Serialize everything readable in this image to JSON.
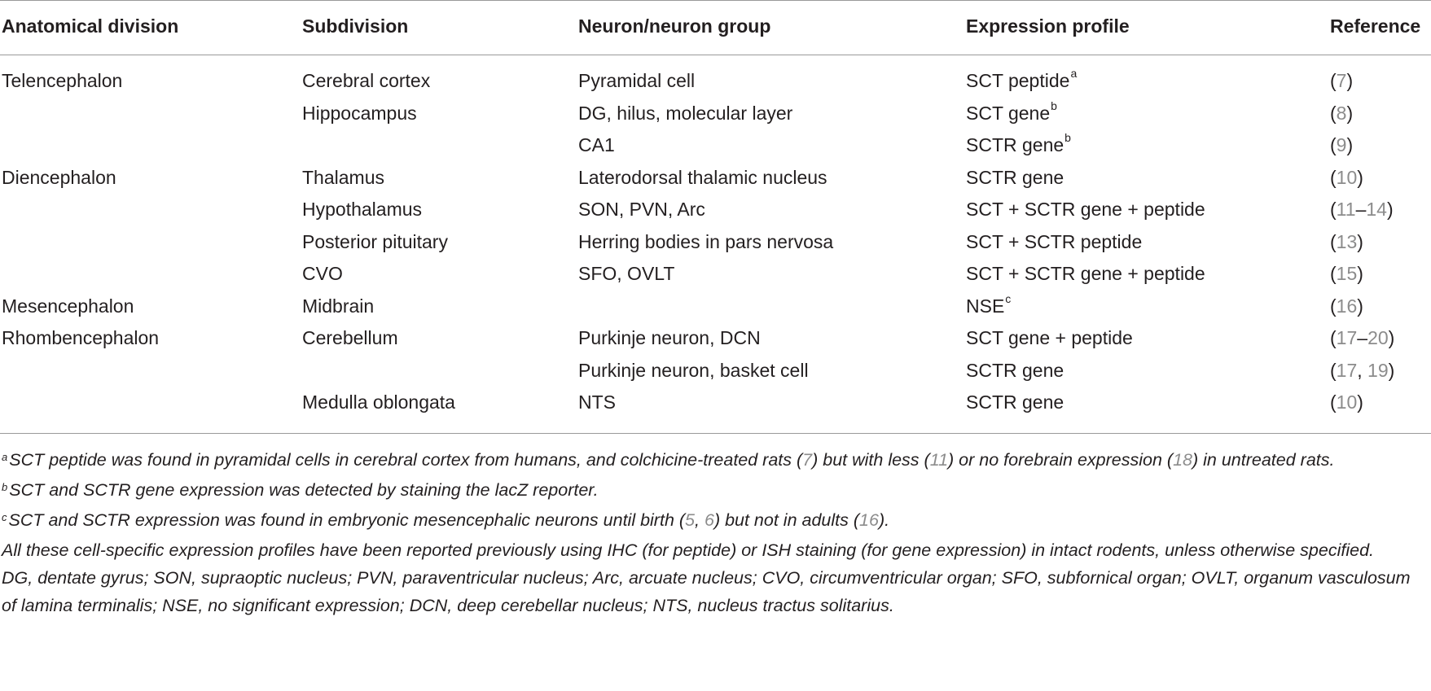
{
  "table": {
    "headers": [
      "Anatomical division",
      "Subdivision",
      "Neuron/neuron group",
      "Expression profile",
      "Reference"
    ],
    "rows": [
      {
        "division": "Telencephalon",
        "subdivision": "Cerebral cortex",
        "neuron": "Pyramidal cell",
        "expression": "SCT peptide",
        "expression_sup": "a",
        "ref_open": "(",
        "ref_a": "7",
        "ref_sep": "",
        "ref_b": "",
        "ref_close": ")"
      },
      {
        "division": "",
        "subdivision": "Hippocampus",
        "neuron": "DG, hilus, molecular layer",
        "expression": "SCT gene",
        "expression_sup": "b",
        "ref_open": "(",
        "ref_a": "8",
        "ref_sep": "",
        "ref_b": "",
        "ref_close": ")"
      },
      {
        "division": "",
        "subdivision": "",
        "neuron": "CA1",
        "expression": "SCTR gene",
        "expression_sup": "b",
        "ref_open": "(",
        "ref_a": "9",
        "ref_sep": "",
        "ref_b": "",
        "ref_close": ")"
      },
      {
        "division": "Diencephalon",
        "subdivision": "Thalamus",
        "neuron": "Laterodorsal thalamic nucleus",
        "expression": "SCTR gene",
        "expression_sup": "",
        "ref_open": "(",
        "ref_a": "10",
        "ref_sep": "",
        "ref_b": "",
        "ref_close": ")"
      },
      {
        "division": "",
        "subdivision": "Hypothalamus",
        "neuron": "SON, PVN, Arc",
        "expression": "SCT + SCTR gene + peptide",
        "expression_sup": "",
        "ref_open": "(",
        "ref_a": "11",
        "ref_sep": "–",
        "ref_b": "14",
        "ref_close": ")"
      },
      {
        "division": "",
        "subdivision": "Posterior pituitary",
        "neuron": "Herring bodies in pars nervosa",
        "expression": "SCT + SCTR peptide",
        "expression_sup": "",
        "ref_open": "(",
        "ref_a": "13",
        "ref_sep": "",
        "ref_b": "",
        "ref_close": ")"
      },
      {
        "division": "",
        "subdivision": "CVO",
        "neuron": "SFO, OVLT",
        "expression": "SCT + SCTR gene + peptide",
        "expression_sup": "",
        "ref_open": "(",
        "ref_a": "15",
        "ref_sep": "",
        "ref_b": "",
        "ref_close": ")"
      },
      {
        "division": "Mesencephalon",
        "subdivision": "Midbrain",
        "neuron": "",
        "expression": "NSE",
        "expression_sup": "c",
        "ref_open": "(",
        "ref_a": "16",
        "ref_sep": "",
        "ref_b": "",
        "ref_close": ")"
      },
      {
        "division": "Rhombencephalon",
        "subdivision": "Cerebellum",
        "neuron": "Purkinje neuron, DCN",
        "expression": "SCT gene + peptide",
        "expression_sup": "",
        "ref_open": "(",
        "ref_a": "17",
        "ref_sep": "–",
        "ref_b": "20",
        "ref_close": ")"
      },
      {
        "division": "",
        "subdivision": "",
        "neuron": "Purkinje neuron, basket cell",
        "expression": "SCTR gene",
        "expression_sup": "",
        "ref_open": "(",
        "ref_a": "17",
        "ref_sep": ", ",
        "ref_b": "19",
        "ref_close": ")"
      },
      {
        "division": "",
        "subdivision": "Medulla oblongata",
        "neuron": "NTS",
        "expression": "SCTR gene",
        "expression_sup": "",
        "ref_open": "(",
        "ref_a": "10",
        "ref_sep": "",
        "ref_b": "",
        "ref_close": ")"
      }
    ]
  },
  "footnotes": {
    "a": {
      "mark": "a",
      "t1": "SCT peptide was found in pyramidal cells in cerebral cortex from humans, and colchicine-treated rats (",
      "c1": "7",
      "t2": ") but with less (",
      "c2": "11",
      "t3": ") or no forebrain expression (",
      "c3": "18",
      "t4": ") in untreated rats."
    },
    "b": {
      "mark": "b",
      "text": "SCT and SCTR gene expression was detected by staining the lacZ reporter."
    },
    "c": {
      "mark": "c",
      "t1": "SCT and SCTR expression was found in embryonic mesencephalic neurons until birth (",
      "c1": "5",
      "t2": ", ",
      "c2": "6",
      "t3": ") but not in adults (",
      "c3": "16",
      "t4": ")."
    },
    "general": "All these cell-specific expression profiles have been reported previously using IHC (for peptide) or ISH staining (for gene expression) in intact rodents, unless otherwise specified.",
    "abbreviations": "DG, dentate gyrus; SON, supraoptic nucleus; PVN, paraventricular nucleus; Arc, arcuate nucleus; CVO, circumventricular organ; SFO, subfornical organ; OVLT, organum vasculosum of lamina terminalis; NSE, no significant expression; DCN, deep cerebellar nucleus; NTS, nucleus tractus solitarius."
  },
  "colors": {
    "text": "#231f20",
    "reference_link": "#8c8c8c",
    "rule": "#9a9a9a"
  }
}
